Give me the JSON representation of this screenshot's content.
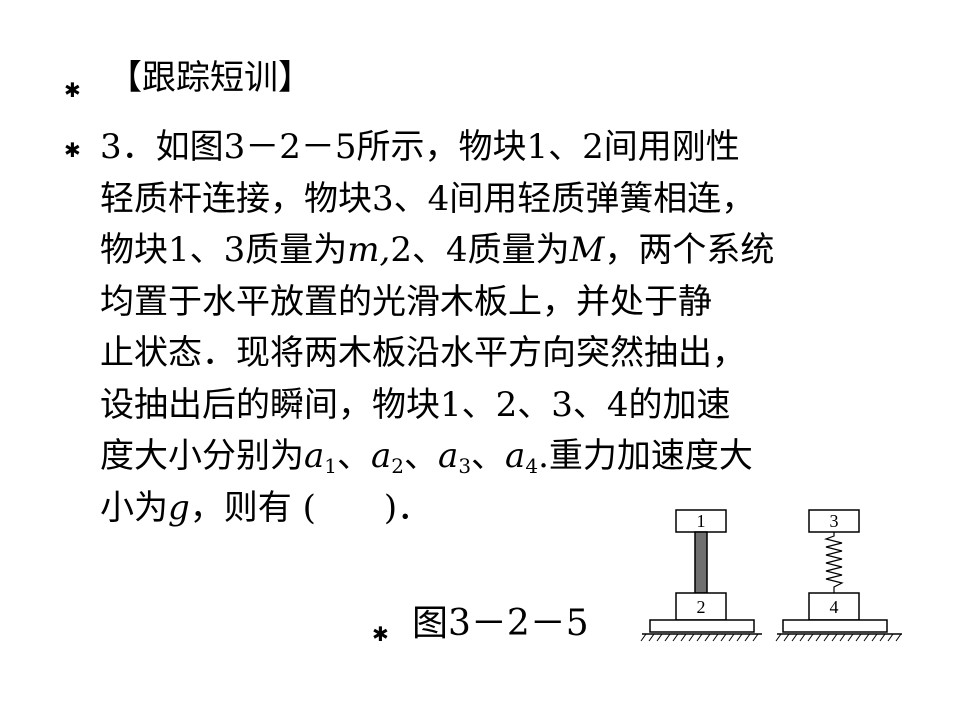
{
  "heading": "【跟踪短训】",
  "problem": {
    "lines": [
      "3．如图3－2－5所示，物块1、2间用刚性",
      "轻质杆连接，物块3、4间用轻质弹簧相连，"
    ],
    "line3_a": "物块1、3质量为",
    "line3_m": "m,",
    "line3_b": "2、4质量为",
    "line3_M": "M",
    "line3_c": "，两个系统",
    "line4": "均置于水平放置的光滑木板上，并处于静",
    "line5": "止状态．现将两木板沿水平方向突然抽出，",
    "line6": "设抽出后的瞬间，物块1、2、3、4的加速",
    "line7_a": "度大小分别为",
    "a": "a",
    "sub1": "1",
    "sub2": "2",
    "sub3": "3",
    "sub4": "4",
    "sep": "、",
    "line7_b": ".重力加速度大",
    "line8_a": "小为",
    "line8_g": "g",
    "line8_b": "，则有 (　　)．"
  },
  "figure": {
    "caption": "图3－2－5",
    "block_labels": [
      "1",
      "2",
      "3",
      "4"
    ]
  },
  "bullet_symbol": "✱"
}
